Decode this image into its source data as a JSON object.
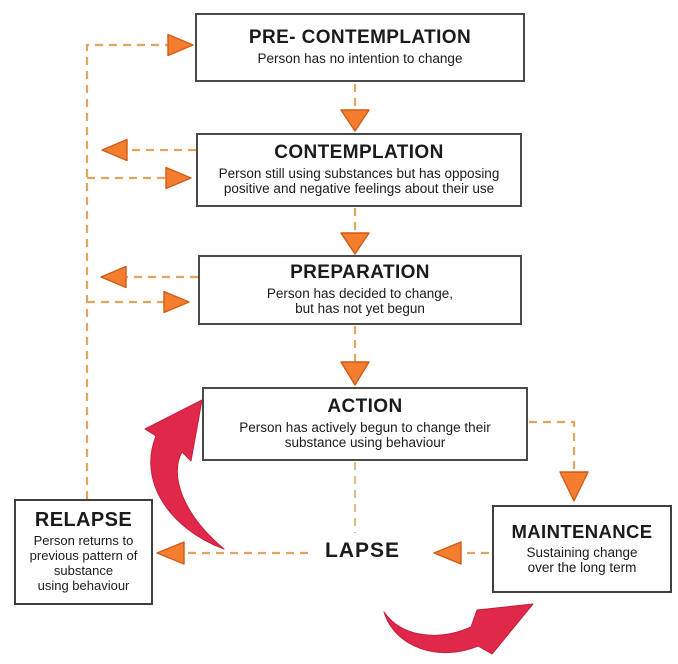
{
  "stages": {
    "precontemplation": {
      "title": "PRE- CONTEMPLATION",
      "description": "Person has no intention to change"
    },
    "contemplation": {
      "title": "CONTEMPLATION",
      "description_line1": "Person still using substances but has opposing",
      "description_line2": "positive and negative feelings about their use"
    },
    "preparation": {
      "title": "PREPARATION",
      "description_line1": "Person has decided to change,",
      "description_line2": "but has not yet begun"
    },
    "action": {
      "title": "ACTION",
      "description_line1": "Person has actively begun to change their",
      "description_line2": "substance using behaviour"
    },
    "relapse": {
      "title": "RELAPSE",
      "description_line1": "Person returns to",
      "description_line2": "previous pattern  of",
      "description_line3": "substance",
      "description_line4": "using behaviour"
    },
    "maintenance": {
      "title": "MAINTENANCE",
      "description_line1": "Sustaining change",
      "description_line2": "over the long term"
    },
    "lapse": {
      "label": "LAPSE"
    }
  },
  "colors": {
    "arrow_orange_fill": "#f57d2e",
    "arrow_orange_stroke": "#cf5c17",
    "dash_line": "#e2a55e",
    "dash_line_soft": "#dcc08f",
    "red_arrow": "#e0294a",
    "red_arrow_edge": "#c41e3d",
    "box_border": "#4a4a4a",
    "text": "#1b1b1b"
  }
}
